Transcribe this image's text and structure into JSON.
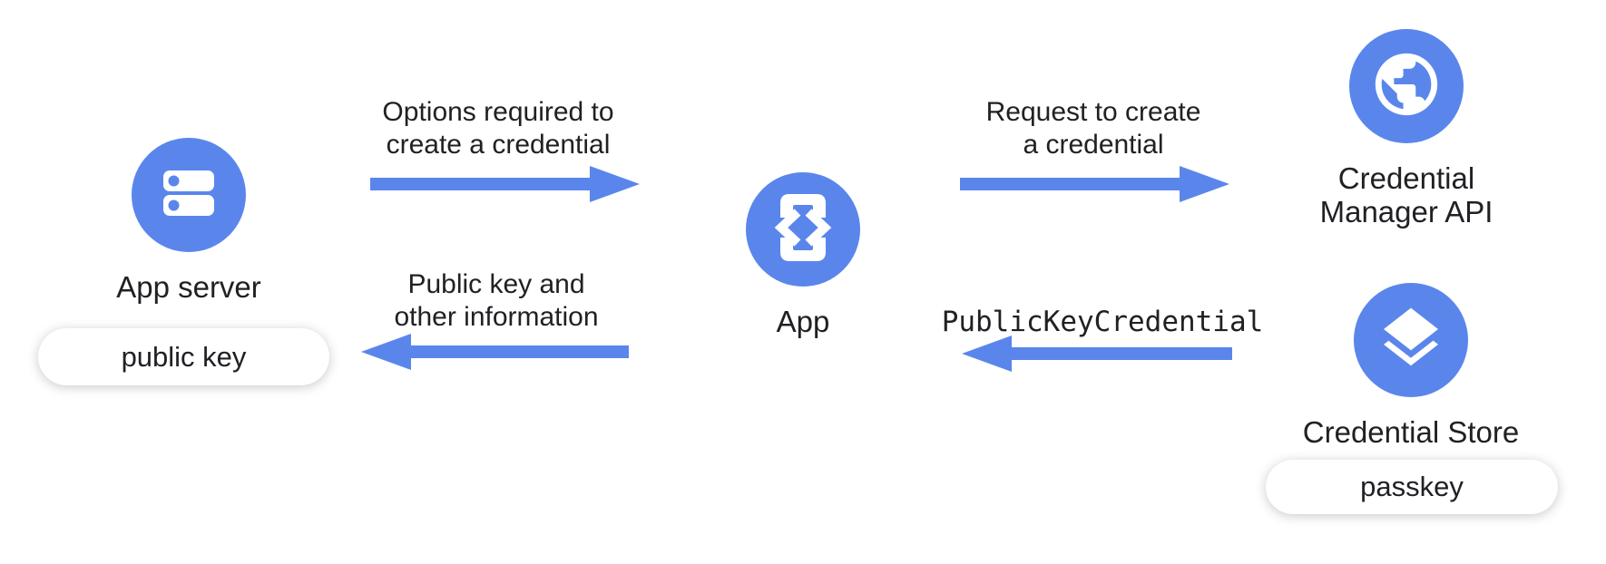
{
  "colors": {
    "accent_blue": "#5A86EC",
    "text_dark": "#202124",
    "pill_bg": "#FFFFFF"
  },
  "nodes": {
    "app_server": {
      "label": "App server",
      "icon": "server-icon",
      "badge": "public key"
    },
    "app": {
      "label": "App",
      "icon": "phone-code-icon"
    },
    "credential_manager": {
      "label_line1": "Credential",
      "label_line2": "Manager API",
      "icon": "globe-icon"
    },
    "credential_store": {
      "label": "Credential Store",
      "icon": "layers-icon",
      "badge": "passkey"
    }
  },
  "arrows": {
    "options": {
      "line1": "Options required to",
      "line2": "create a credential",
      "direction": "right",
      "from": "App server",
      "to": "App"
    },
    "request": {
      "line1": "Request to create",
      "line2": "a credential",
      "direction": "right",
      "from": "App",
      "to": "Credential Manager API"
    },
    "public_key_info": {
      "line1": "Public key and",
      "line2": "other information",
      "direction": "left",
      "from": "App",
      "to": "App server"
    },
    "public_key_credential": {
      "label": "PublicKeyCredential",
      "direction": "left",
      "from": "Credential Store",
      "to": "App"
    }
  }
}
